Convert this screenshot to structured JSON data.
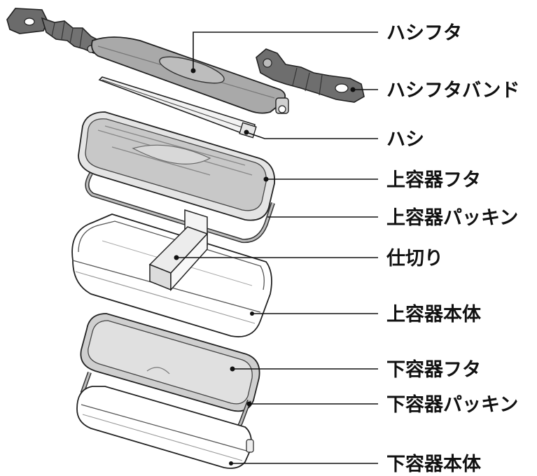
{
  "labels": {
    "chopstick_case_lid": "ハシフタ",
    "chopstick_case_band": "ハシフタバンド",
    "chopsticks": "ハシ",
    "upper_lid": "上容器フタ",
    "upper_gasket": "上容器パッキン",
    "divider": "仕切り",
    "upper_body": "上容器本体",
    "lower_lid": "下容器フタ",
    "lower_gasket": "下容器パッキン",
    "lower_body": "下容器本体"
  }
}
